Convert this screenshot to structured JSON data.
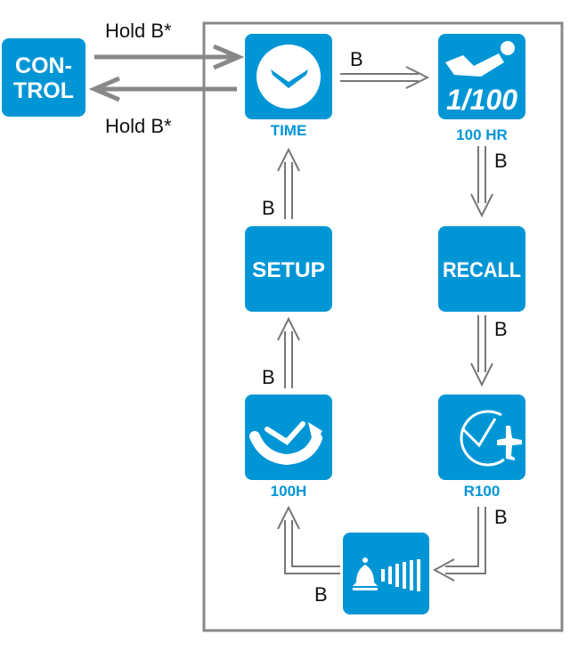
{
  "colors": {
    "tile": "#0096d6",
    "tile_text": "#ffffff",
    "frame": "#888888",
    "arrow": "#777777",
    "label": "#111111"
  },
  "control_tile": {
    "line1": "CON-",
    "line2": "TROL"
  },
  "hold_labels": {
    "top": "Hold B*",
    "bottom": "Hold B*"
  },
  "modes": {
    "time": {
      "icon": "clock-face-icon",
      "caption": "TIME"
    },
    "hundredth": {
      "icon": "runner-icon",
      "tile_text": "1/100",
      "caption": "100 HR"
    },
    "recall": {
      "tile_text": "RECALL"
    },
    "r100": {
      "icon": "clock-airplane-icon",
      "caption": "R100"
    },
    "alarm": {
      "icon": "bell-sound-icon"
    },
    "hundred_h": {
      "icon": "clock-refresh-icon",
      "caption": "100H"
    },
    "setup": {
      "tile_text": "SETUP"
    }
  },
  "button_labels": {
    "time_to_hundredth": "B",
    "hundredth_to_recall": "B",
    "recall_to_r100": "B",
    "r100_to_alarm": "B",
    "alarm_to_hundred_h": "B",
    "hundred_h_to_setup": "B",
    "setup_to_time": "B"
  }
}
